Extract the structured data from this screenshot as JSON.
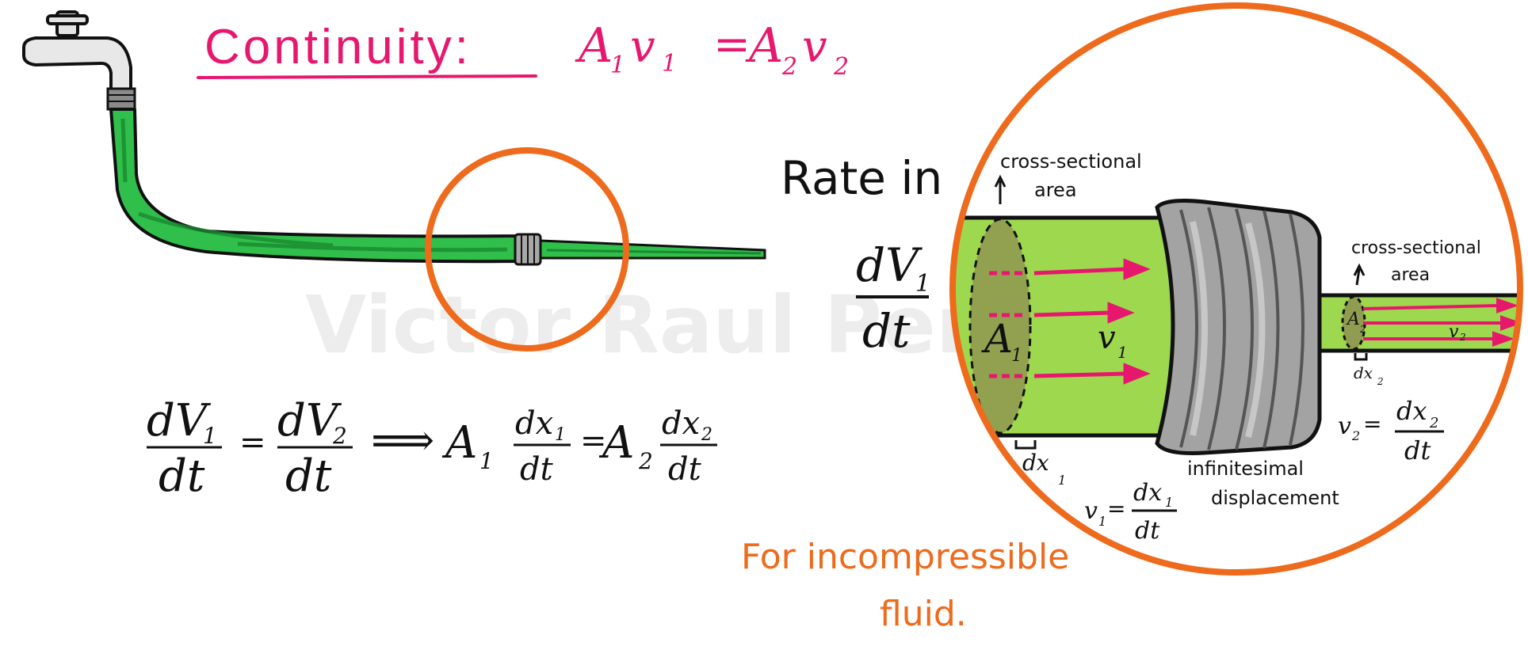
{
  "title": {
    "label": "Continuity:",
    "formula": {
      "A1": "A",
      "sub1": "1",
      "v1": "v",
      "sub1b": "1",
      "eq": "=",
      "A2": "A",
      "sub2": "2",
      "v2": "v",
      "sub2b": "2"
    }
  },
  "watermark": "Victor Raul Perez Vela",
  "rate_label": "Rate in",
  "rate_fraction": {
    "num": "dV",
    "num_sub": "1",
    "den": "dt"
  },
  "equation": {
    "lhs_num": "dV",
    "lhs_sub": "1",
    "lhs_den": "dt",
    "eq1": "=",
    "mid_num": "dV",
    "mid_sub": "2",
    "mid_den": "dt",
    "implies": "⟹",
    "a1": "A",
    "a1_sub": "1",
    "dx1_num": "dx",
    "dx1_sub": "1",
    "dx1_den": "dt",
    "eq2": "=",
    "a2": "A",
    "a2_sub": "2",
    "dx2_num": "dx",
    "dx2_sub": "2",
    "dx2_den": "dt"
  },
  "zoom": {
    "cs_area_left": [
      "cross-sectional",
      "area"
    ],
    "cs_area_right": [
      "cross-sectional",
      "area"
    ],
    "A1": "A",
    "A1_sub": "1",
    "A2": "A",
    "A2_sub": "2",
    "v1": "v",
    "v1_sub": "1",
    "v2": "v",
    "v2_sub": "2",
    "dx1": "dx",
    "dx1_sub": "1",
    "dx2": "dx",
    "dx2_sub": "2",
    "infinitesimal": [
      "infinitesimal",
      "displacement"
    ],
    "v1_def": {
      "lhs": "v",
      "lhs_sub": "1",
      "eq": "=",
      "num": "dx",
      "num_sub": "1",
      "den": "dt"
    },
    "v2_def": {
      "lhs": "v",
      "lhs_sub": "2",
      "eq": "=",
      "num": "dx",
      "num_sub": "2",
      "den": "dt"
    }
  },
  "note": [
    "For incompressible",
    "fluid."
  ],
  "colors": {
    "accent_pink": "#e8176e",
    "orange": "#ee6a1c",
    "hose_green": "#2fbf4a",
    "zoom_green": "#9ed84e",
    "metal_gray": "#9a9a9a"
  },
  "icons": [
    "faucet-icon",
    "hose-icon",
    "hose-coupling-icon",
    "magnifier-circle-icon"
  ]
}
